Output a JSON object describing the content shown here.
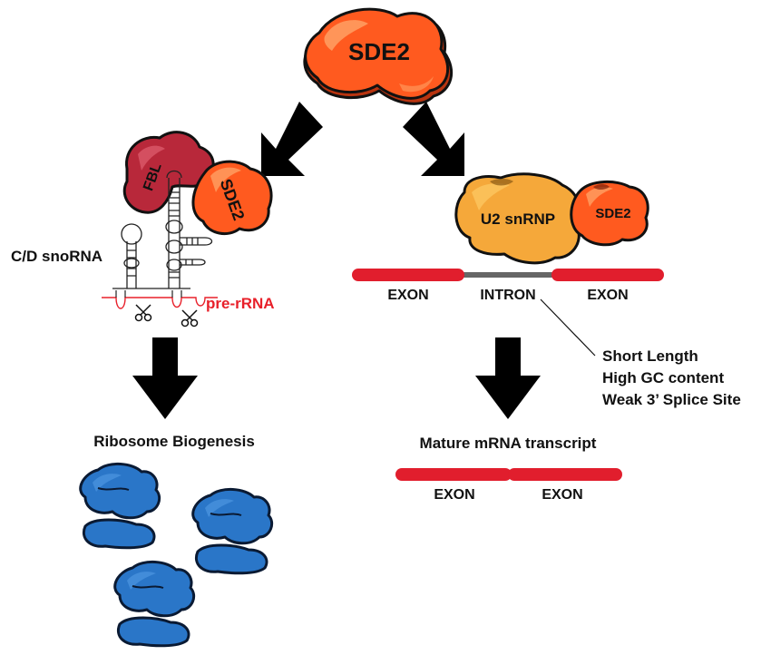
{
  "top_protein": {
    "label": "SDE2",
    "color": "#ff5a1f",
    "highlight": "#ffa064",
    "shadow": "#b83410"
  },
  "left_branch": {
    "fbl_label": "FBL",
    "fbl_color": "#b8283a",
    "sde2_label": "SDE2",
    "snorna_label": "C/D snoRNA",
    "prerrna_label": "pre-rRNA",
    "prerrna_color": "#e8202a",
    "outcome_label": "Ribosome Biogenesis",
    "ribosome_color": "#2a76c8",
    "ribosome_highlight": "#4d95e0"
  },
  "right_branch": {
    "u2_label": "U2 snRNP",
    "u2_color": "#f5a83a",
    "u2_highlight": "#fcc45e",
    "sde2_label": "SDE2",
    "exon_left_label": "EXON",
    "intron_label": "INTRON",
    "exon_right_label": "EXON",
    "exon_color": "#e11e2d",
    "intron_color": "#666666",
    "intron_features": [
      "Short Length",
      "High GC content",
      "Weak 3’ Splice Site"
    ],
    "outcome_label": "Mature mRNA transcript",
    "mature_exon_labels": [
      "EXON",
      "EXON"
    ]
  },
  "arrow_color": "#000000"
}
